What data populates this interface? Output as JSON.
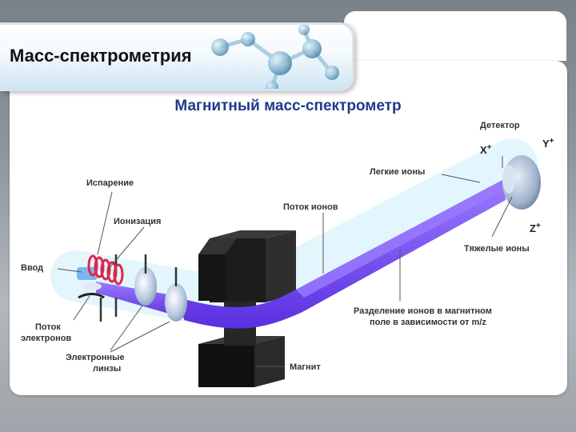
{
  "slide": {
    "title": "Масс-спектрометрия",
    "subtitle": "Магнитный масс-спектрометр"
  },
  "labels": {
    "detector": "Детектор",
    "x_ion": "X",
    "y_ion": "Y",
    "z_ion": "Z",
    "plus": "+",
    "light_ions": "Легкие ионы",
    "heavy_ions": "Тяжелые ионы",
    "evaporation": "Испарение",
    "ionization": "Ионизация",
    "ion_flow": "Поток ионов",
    "inlet": "Ввод",
    "electron_flow_1": "Поток",
    "electron_flow_2": "электронов",
    "lenses_1": "Электронные",
    "lenses_2": "линзы",
    "separation_1": "Разделение ионов в магнитном",
    "separation_2": "поле в зависимости от m/z",
    "magnet": "Магнит"
  },
  "colors": {
    "beam": "#6a3df0",
    "beam_light": "#9a7bff",
    "tube": "#cfeefb",
    "magnet": "#1a1a1a",
    "coil": "#e0264a",
    "subtitle": "#1f3a8a"
  },
  "icons": [
    "molecule-icon",
    "magnet-icon",
    "lens-icon",
    "detector-icon",
    "coil-icon"
  ]
}
